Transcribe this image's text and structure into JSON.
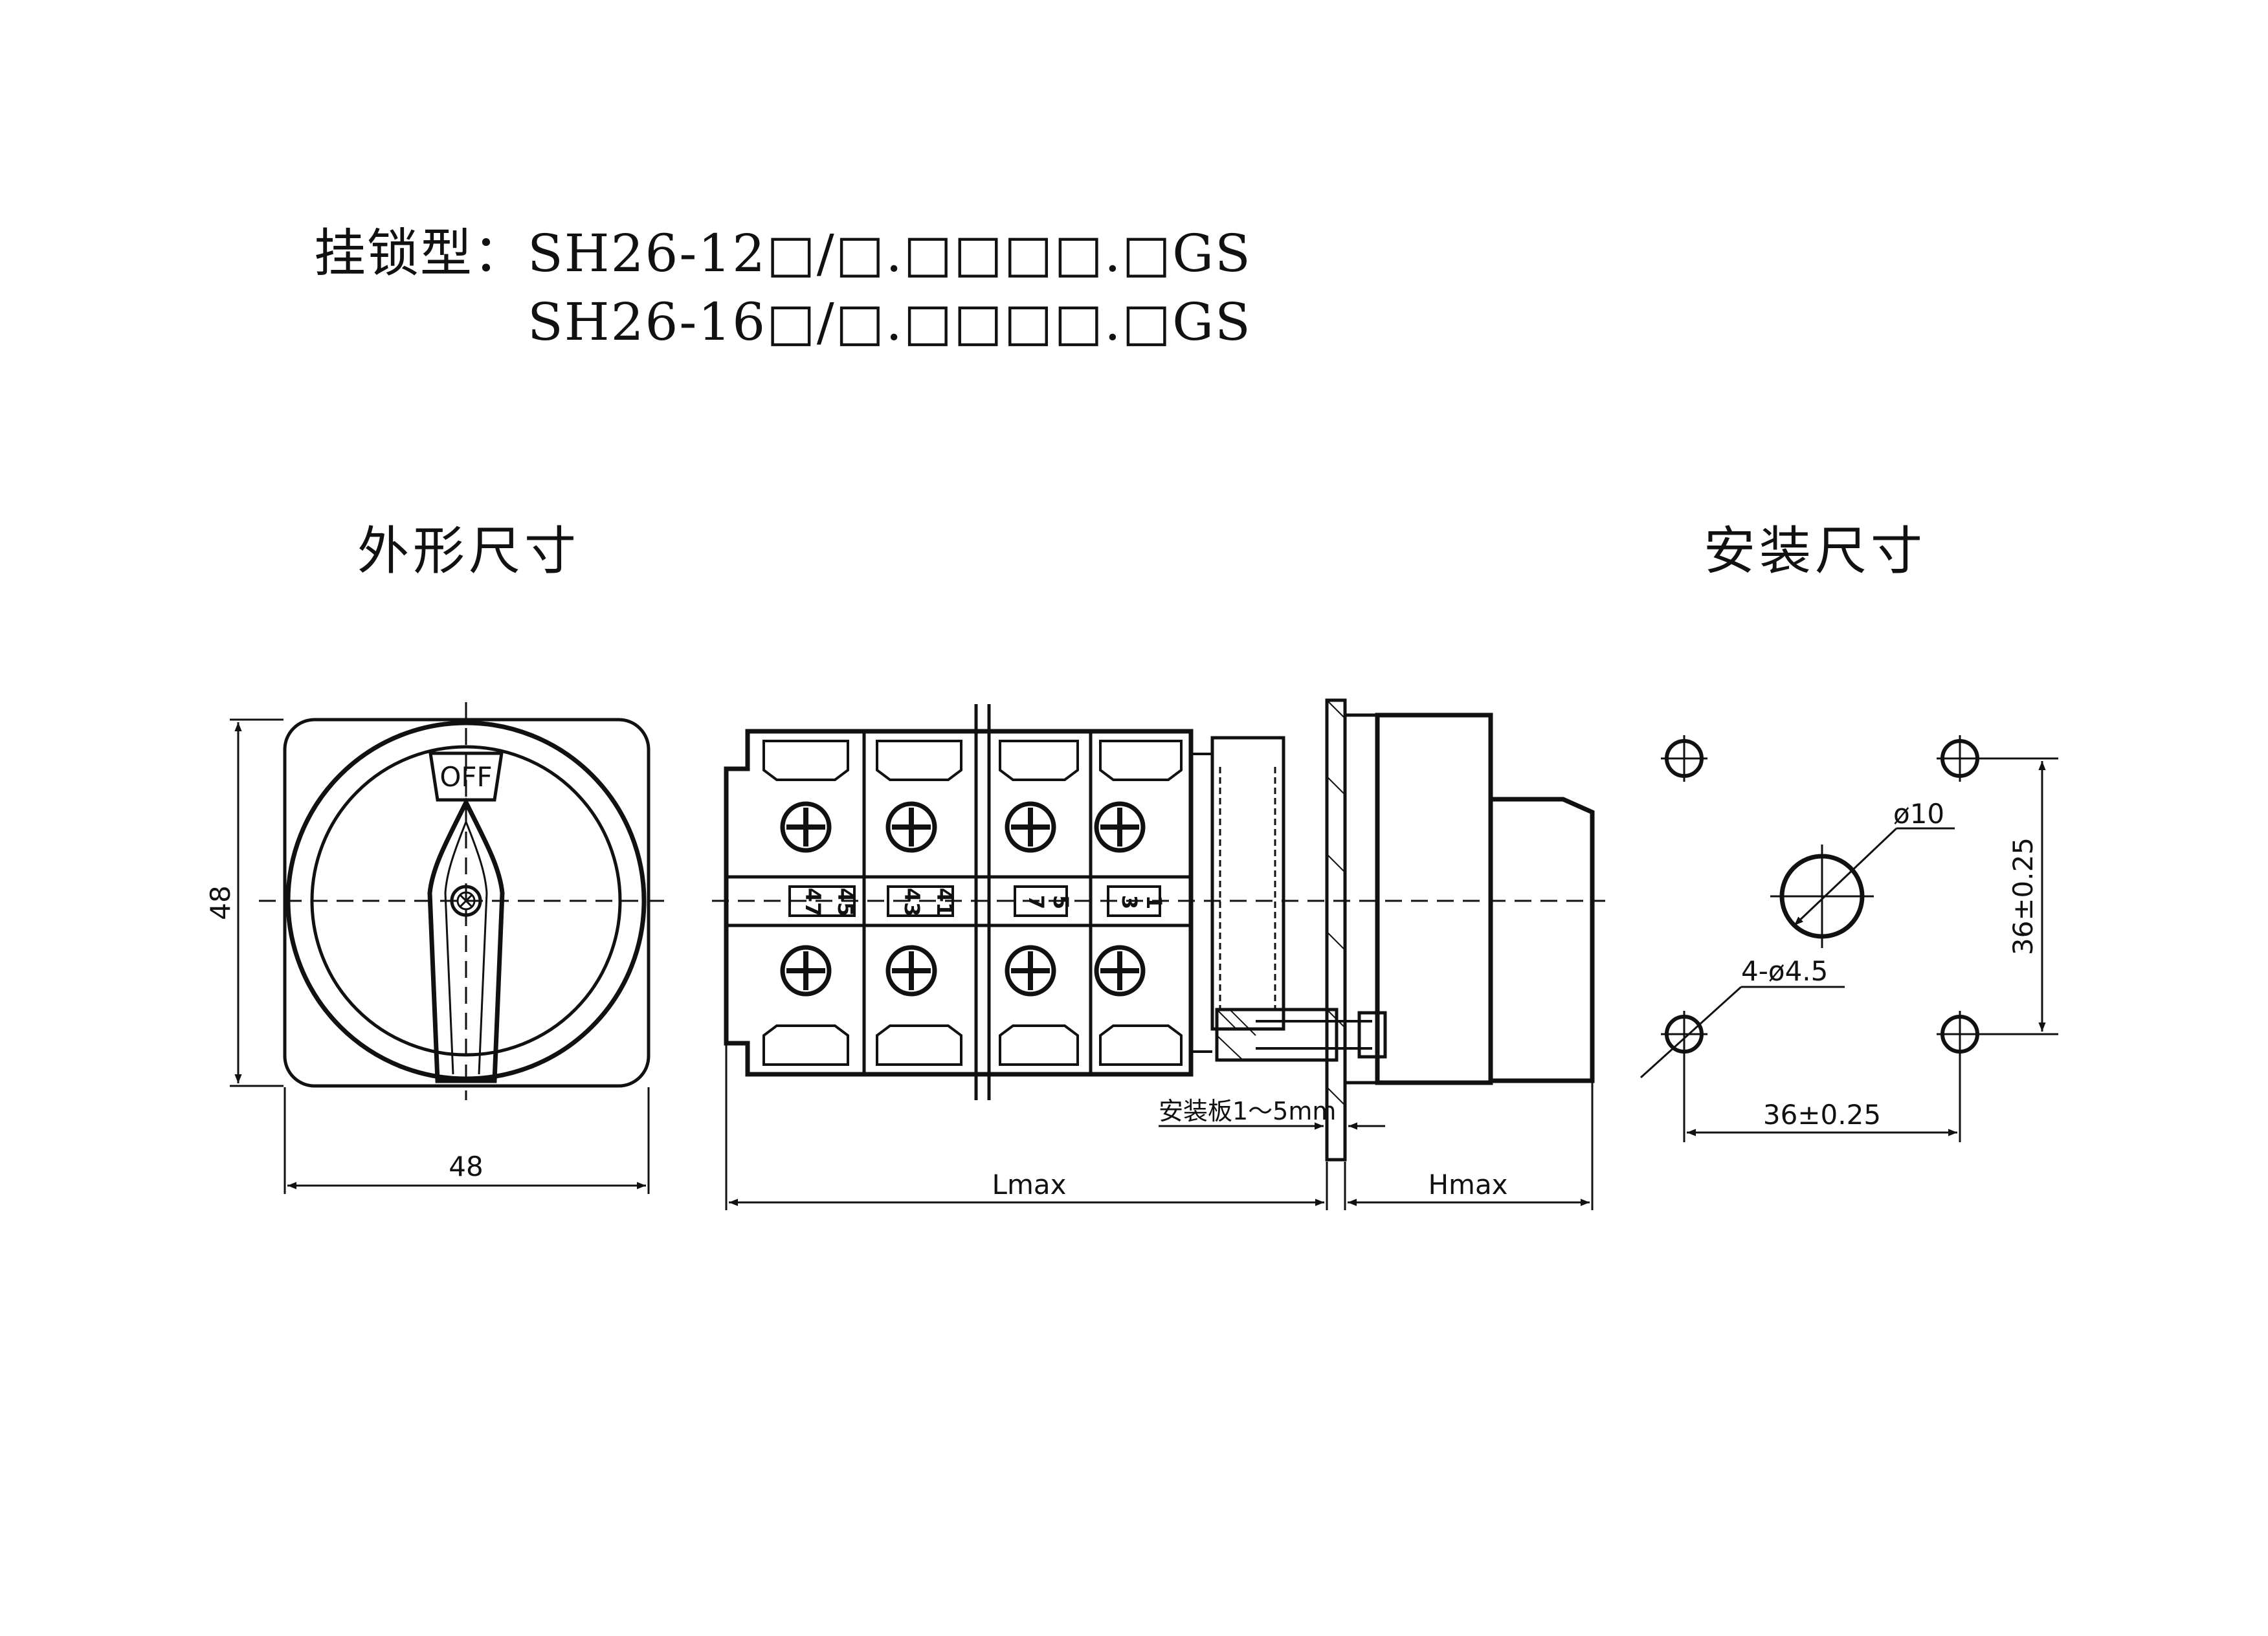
{
  "header": {
    "type_label": "挂锁型：",
    "model_line_1": "SH26-12□/□.□□□□.□GS",
    "model_line_2": "SH26-16□/□.□□□□.□GS"
  },
  "sections": {
    "outline_title": "外形尺寸",
    "mounting_title": "安装尺寸"
  },
  "front_view": {
    "knob_label": "OFF",
    "height_dim": "48",
    "width_dim": "48"
  },
  "side_view": {
    "terminal_numbers": [
      "47",
      "45",
      "43",
      "41",
      "7",
      "5",
      "3",
      "1"
    ],
    "panel_thickness": "安装板1～5mm",
    "length_dim": "Lmax",
    "height_dim": "Hmax"
  },
  "mounting_view": {
    "center_hole": "ø10",
    "corner_holes": "4-ø4.5",
    "vertical_spacing": "36±0.25",
    "horizontal_spacing": "36±0.25"
  },
  "colors": {
    "line": "#111111",
    "background": "#ffffff"
  }
}
